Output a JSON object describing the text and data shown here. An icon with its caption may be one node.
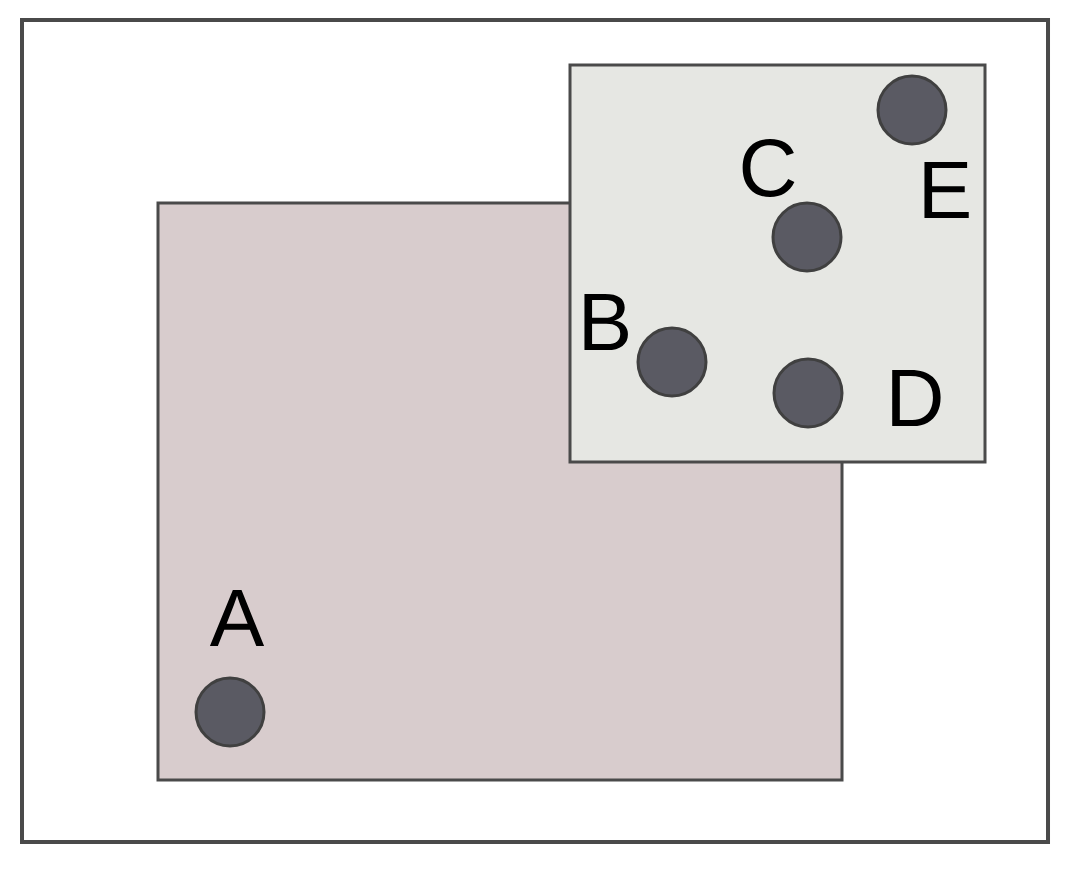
{
  "diagram": {
    "nodes": [
      {
        "text": [],
        "shape": "box"
      },
      {
        "text": [],
        "shape": "box",
        "in": 0
      },
      {
        "text": [],
        "shape": "box",
        "in": 0
      },
      {
        "text": [],
        "shape": "circle",
        "in": 1,
        "beside": [
          "A"
        ]
      },
      {
        "text": [],
        "shape": "circle",
        "beside": [
          "B"
        ]
      },
      {
        "text": [],
        "shape": "circle",
        "beside": [
          "C"
        ]
      },
      {
        "text": [],
        "shape": "circle",
        "beside": [
          "D"
        ]
      },
      {
        "text": [],
        "shape": "circle",
        "in": 2,
        "beside": [
          "E"
        ]
      }
    ]
  }
}
